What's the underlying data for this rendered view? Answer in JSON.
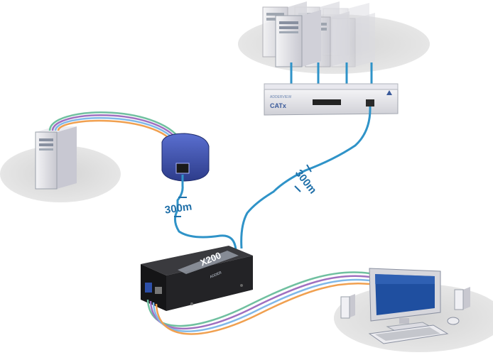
{
  "distances": {
    "receiver_link": "300m",
    "switch_link": "300m"
  },
  "devices": {
    "transmitter_brand": "X200",
    "transmitter_small": "ADDER",
    "switch_brand": "CATx"
  },
  "colors": {
    "cable_blue": "#2f93c8",
    "ground_shadow": "#dcdcdc",
    "adapter_blue": "#3b4fa8",
    "unit_black": "#1c1c1e",
    "cable_orange": "#f0a050",
    "cable_purple": "#a070c0",
    "cable_green": "#70c0a0",
    "cable_sky": "#80b8e8"
  }
}
